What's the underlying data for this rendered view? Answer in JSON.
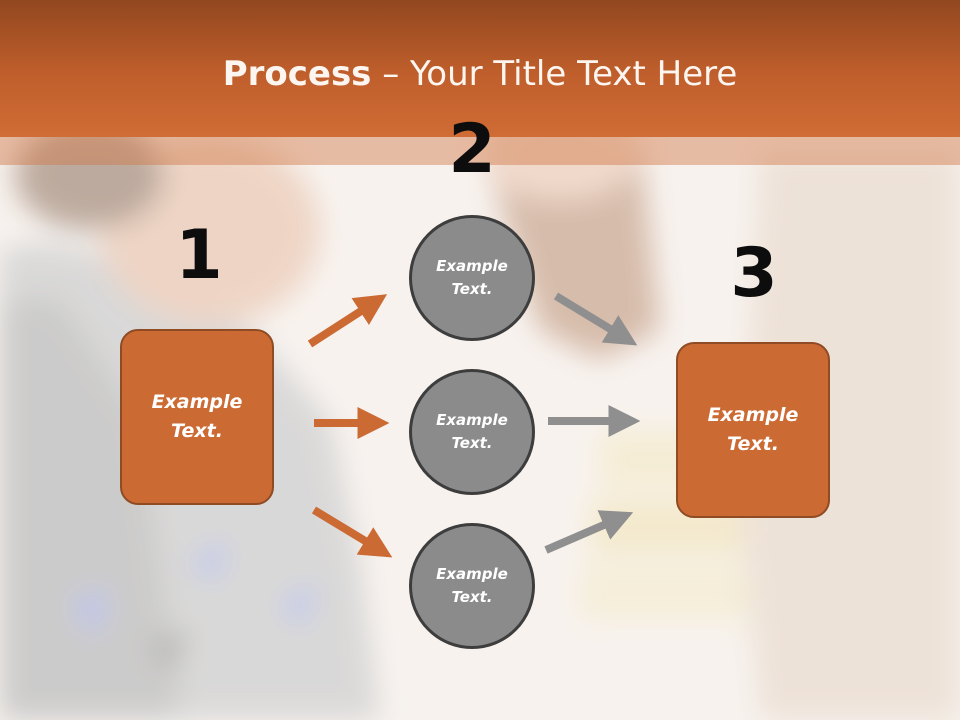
{
  "title": {
    "bold": "Process",
    "rest": " – Your Title Text Here"
  },
  "steps": [
    {
      "number": "1",
      "text": "Example Text."
    },
    {
      "number": "2",
      "text": "Example Text."
    },
    {
      "number": "3",
      "text": "Example Text."
    }
  ],
  "circles": [
    {
      "text": "Example Text."
    },
    {
      "text": "Example Text."
    },
    {
      "text": "Example Text."
    }
  ],
  "colors": {
    "accent": "#cc6a34",
    "circle": "#8b8b8b",
    "arrow_orange": "#cc6a34",
    "arrow_gray": "#8f8f8f"
  }
}
